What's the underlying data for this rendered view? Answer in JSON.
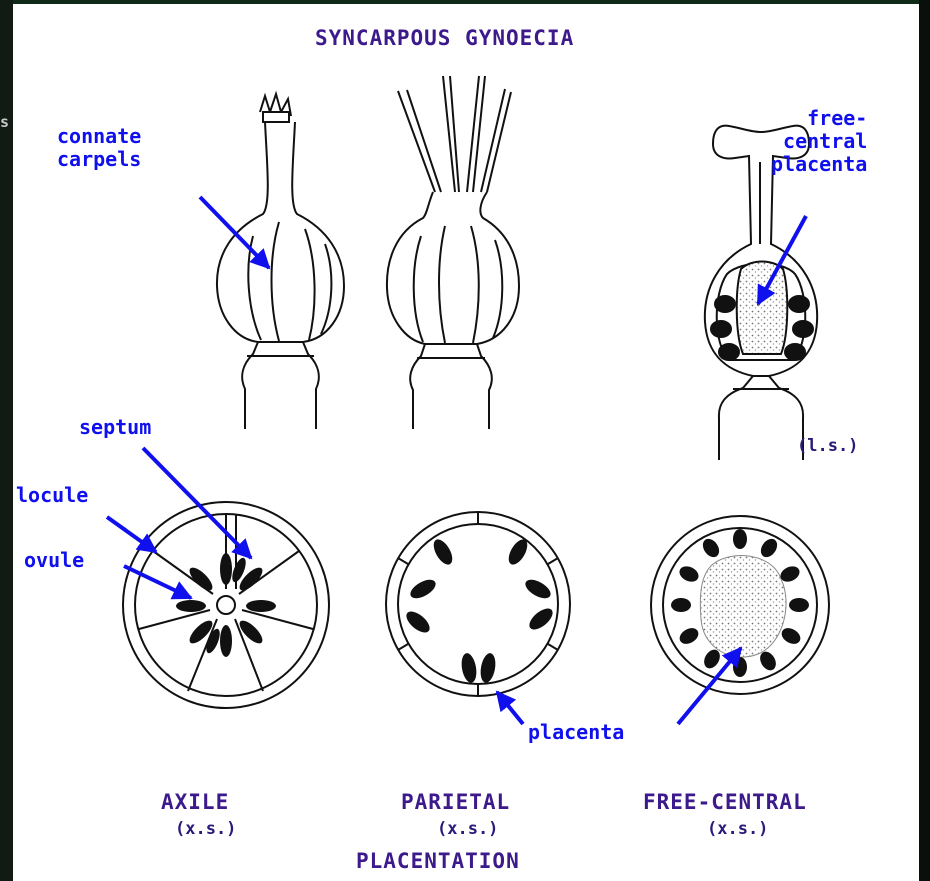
{
  "title": "SYNCARPOUS GYNOECIA",
  "stray_char": "s",
  "labels": {
    "connate_carpels": "connate\ncarpels",
    "free_central_placenta": "free-\ncentral\nplacenta",
    "ls": "(l.s.)",
    "septum": "septum",
    "locule": "locule",
    "ovule": "ovule",
    "placenta": "placenta"
  },
  "placentation_types": [
    {
      "name": "AXILE",
      "note": "(x.s.)"
    },
    {
      "name": "PARIETAL",
      "note": "(x.s.)"
    },
    {
      "name": "FREE-CENTRAL",
      "note": "(x.s.)"
    }
  ],
  "footer": "PLACENTATION",
  "colors": {
    "label": "#1010ee",
    "heading": "#3c1a8c",
    "ink": "#111111"
  }
}
